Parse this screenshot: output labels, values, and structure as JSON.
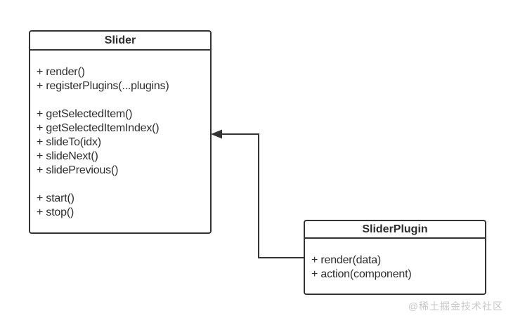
{
  "diagram": {
    "watermark": "@稀土掘金技术社区",
    "colors": {
      "line": "#333333",
      "text": "#2d2d2d",
      "background": "#ffffff",
      "watermark": "#c8c8c8"
    },
    "classes": [
      {
        "name": "Slider",
        "method_groups": [
          [
            "+ render()",
            "+ registerPlugins(...plugins)"
          ],
          [
            "+ getSelectedItem()",
            "+ getSelectedItemIndex()",
            "+ slideTo(idx)",
            "+ slideNext()",
            "+ slidePrevious()"
          ],
          [
            "+ start()",
            "+ stop()"
          ]
        ]
      },
      {
        "name": "SliderPlugin",
        "method_groups": [
          [
            "+ render(data)",
            "+ action(component)"
          ]
        ]
      }
    ],
    "connector": {
      "from": "SliderPlugin",
      "to": "Slider",
      "type": "directed-association",
      "arrowhead": "filled-triangle"
    }
  }
}
